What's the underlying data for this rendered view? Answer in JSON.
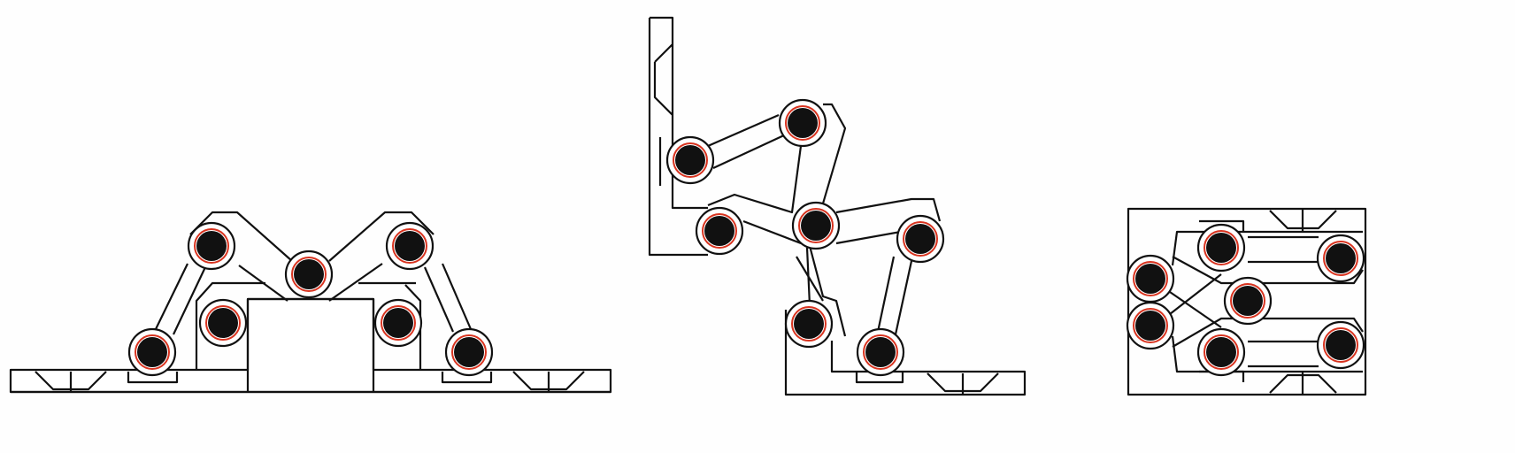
{
  "colors": {
    "background": "#fefefe",
    "outline": "#111111",
    "joint_core": "#111111",
    "joint_accent": "#d8331f"
  },
  "figures": [
    "configuration-a",
    "configuration-b",
    "configuration-c"
  ]
}
